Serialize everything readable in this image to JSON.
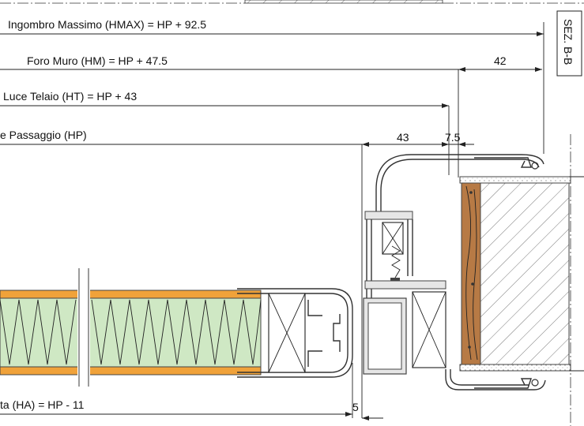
{
  "section": {
    "label": "SEZ. B-B"
  },
  "dimensions": {
    "hmax": "Ingombro Massimo (HMAX) = HP + 92.5",
    "hm": "Foro Muro (HM) = HP + 47.5",
    "ht": "Luce Telaio (HT) = HP + 43",
    "hp": "e Passaggio (HP)",
    "ha": "ta (HA) = HP - 11",
    "v42": "42",
    "v43": "43",
    "v7_5": "7.5",
    "v5": "5"
  },
  "colors": {
    "insulation": "#cfe8c4",
    "facing": "#f0a23a",
    "wood": "#b77a45",
    "wall": "#d9d9d9",
    "profile": "#e6e6e6"
  }
}
